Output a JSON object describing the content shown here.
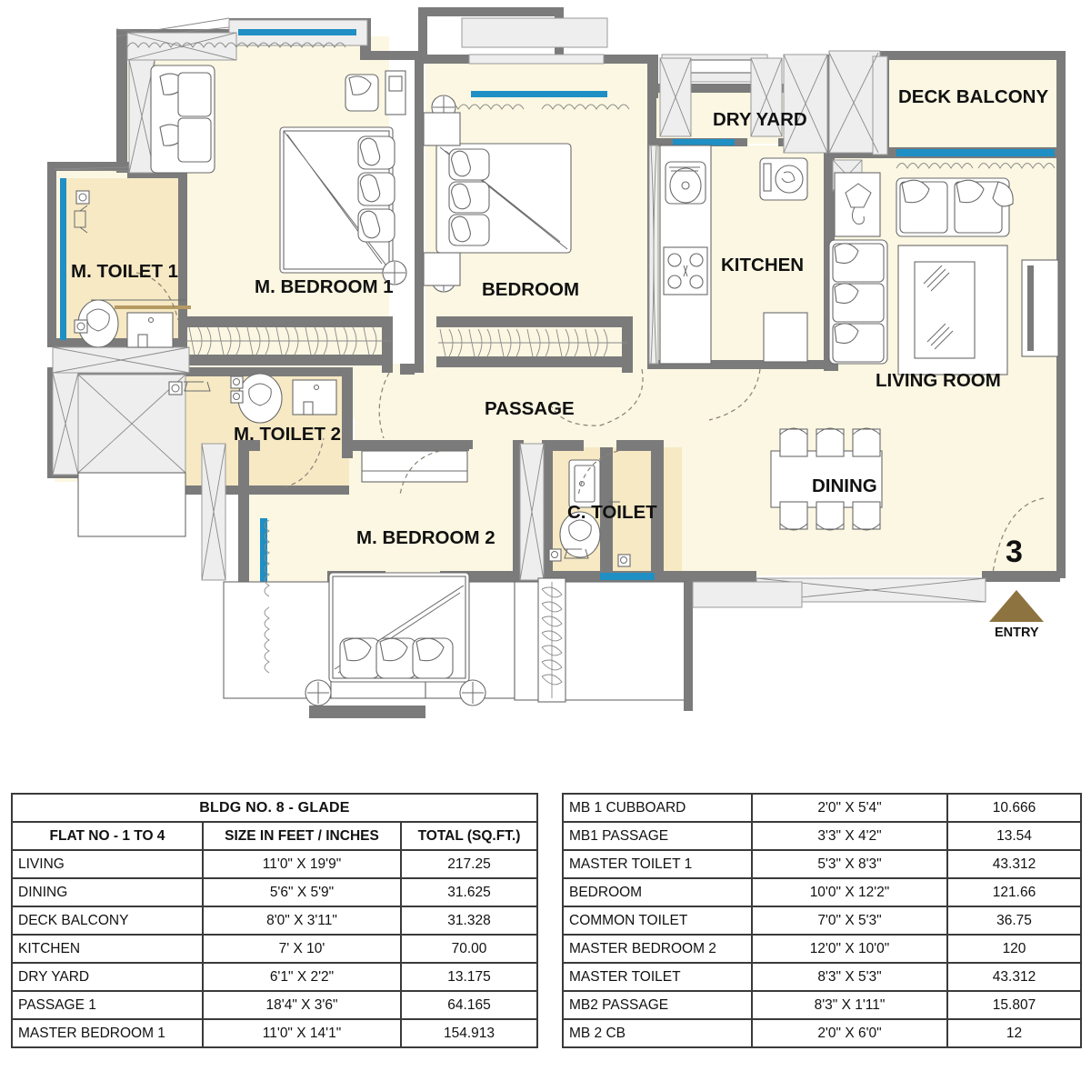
{
  "plan": {
    "flat_number": "3",
    "entry_label": "ENTRY",
    "rooms": [
      {
        "key": "m_toilet_1",
        "label": "M. TOILET 1"
      },
      {
        "key": "m_bedroom_1",
        "label": "M. BEDROOM 1"
      },
      {
        "key": "bedroom",
        "label": "BEDROOM"
      },
      {
        "key": "dry_yard",
        "label": "DRY YARD"
      },
      {
        "key": "deck_balcony",
        "label": "DECK BALCONY"
      },
      {
        "key": "kitchen",
        "label": "KITCHEN"
      },
      {
        "key": "living_room",
        "label": "LIVING ROOM"
      },
      {
        "key": "m_toilet_2",
        "label": "M. TOILET 2"
      },
      {
        "key": "passage",
        "label": "PASSAGE"
      },
      {
        "key": "dining",
        "label": "DINING"
      },
      {
        "key": "c_toilet",
        "label": "C. TOILET"
      },
      {
        "key": "m_bedroom_2",
        "label": "M. BEDROOM 2"
      }
    ],
    "colors": {
      "room_fill": "#fbf7e2",
      "toilet_fill": "#f6e9c4",
      "wall": "#7b7b7b",
      "wall_light": "#d9d9d9",
      "window_blue": "#1f8fc4",
      "entry_arrow": "#8d7340",
      "line": "#555555"
    }
  },
  "left_table": {
    "title": "BLDG NO. 8 - GLADE",
    "headers": [
      "FLAT NO - 1 TO 4",
      "SIZE IN FEET / INCHES",
      "TOTAL (SQ.FT.)"
    ],
    "rows": [
      {
        "name": "LIVING",
        "size": "11'0\" X 19'9\"",
        "total": "217.25"
      },
      {
        "name": "DINING",
        "size": "5'6\" X 5'9\"",
        "total": "31.625"
      },
      {
        "name": "DECK BALCONY",
        "size": "8'0\" X 3'11\"",
        "total": "31.328"
      },
      {
        "name": "KITCHEN",
        "size": "7' X 10'",
        "total": "70.00"
      },
      {
        "name": "DRY YARD",
        "size": "6'1\" X 2'2\"",
        "total": "13.175"
      },
      {
        "name": "PASSAGE 1",
        "size": "18'4\" X 3'6\"",
        "total": "64.165"
      },
      {
        "name": "MASTER BEDROOM 1",
        "size": "11'0\" X 14'1\"",
        "total": "154.913"
      }
    ]
  },
  "right_table": {
    "rows": [
      {
        "name": "MB 1 CUBBOARD",
        "size": "2'0\" X 5'4\"",
        "total": "10.666"
      },
      {
        "name": "MB1 PASSAGE",
        "size": "3'3\" X 4'2\"",
        "total": "13.54"
      },
      {
        "name": "MASTER TOILET 1",
        "size": "5'3\" X 8'3\"",
        "total": "43.312"
      },
      {
        "name": "BEDROOM",
        "size": "10'0\" X 12'2\"",
        "total": "121.66"
      },
      {
        "name": "COMMON TOILET",
        "size": "7'0\" X 5'3\"",
        "total": "36.75"
      },
      {
        "name": "MASTER BEDROOM 2",
        "size": "12'0\" X 10'0\"",
        "total": "120"
      },
      {
        "name": "MASTER TOILET",
        "size": "8'3\" X 5'3\"",
        "total": "43.312"
      },
      {
        "name": "MB2 PASSAGE",
        "size": "8'3\" X 1'11\"",
        "total": "15.807"
      },
      {
        "name": "MB 2 CB",
        "size": "2'0\" X 6'0\"",
        "total": "12"
      }
    ]
  }
}
